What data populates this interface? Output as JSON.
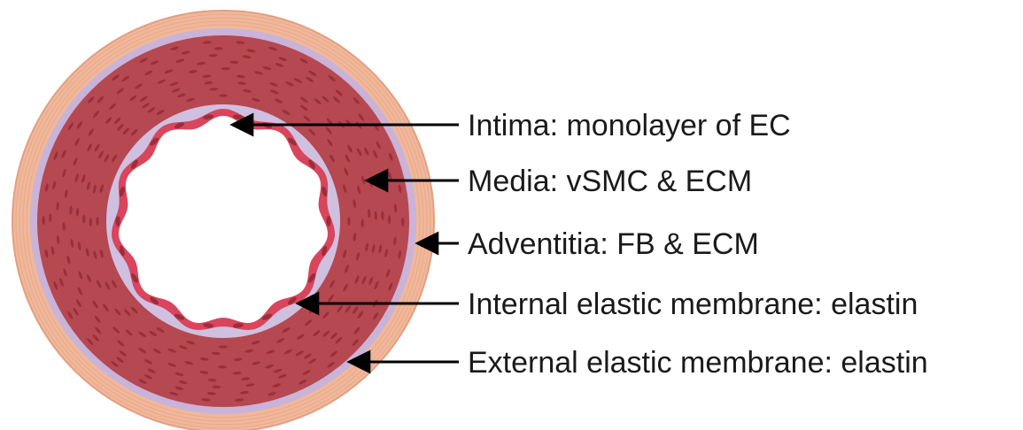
{
  "diagram": {
    "colors": {
      "adventitia": "#f0b89a",
      "adventitia_edge": "#e39f80",
      "external_elastic": "#c9b3d8",
      "media": "#b54850",
      "media_cell": "#9a2e3a",
      "internal_elastic": "#cfc0e0",
      "intima": "#d8455c",
      "lumen": "#ffffff",
      "arrow": "#000000"
    },
    "labels": [
      {
        "id": "intima",
        "text": "Intima: monolayer of EC"
      },
      {
        "id": "media",
        "text": "Media: vSMC & ECM"
      },
      {
        "id": "adventitia",
        "text": "Adventitia: FB & ECM"
      },
      {
        "id": "internal-elastic",
        "text": "Internal elastic membrane: elastin"
      },
      {
        "id": "external-elastic",
        "text": "External elastic membrane: elastin"
      }
    ]
  }
}
